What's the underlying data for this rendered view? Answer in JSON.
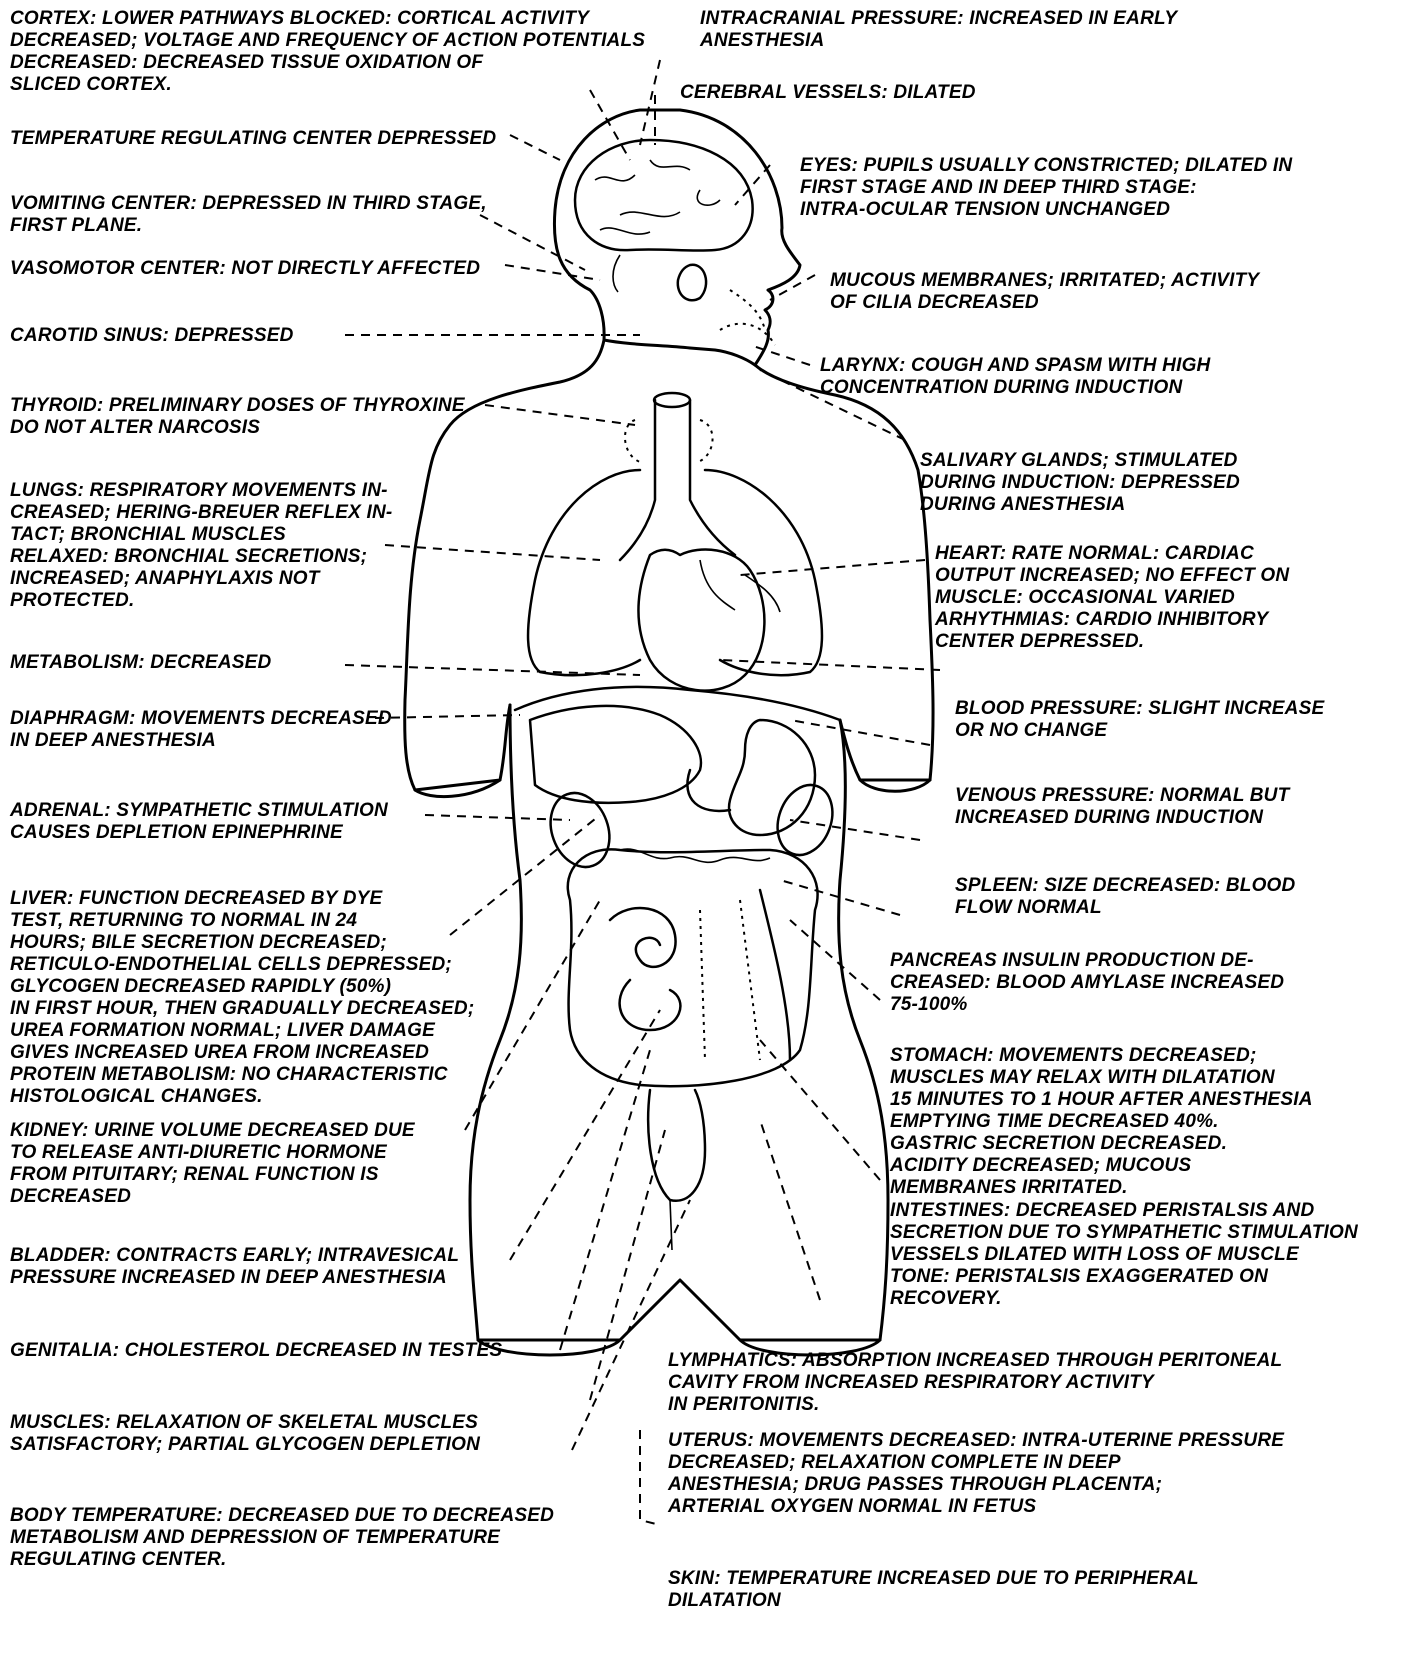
{
  "labels": {
    "cortex": "CORTEX: LOWER PATHWAYS BLOCKED: CORTICAL ACTIVITY\nDECREASED; VOLTAGE AND FREQUENCY OF ACTION POTENTIALS\nDECREASED: DECREASED TISSUE OXIDATION OF\nSLICED CORTEX.",
    "temperature_center": "TEMPERATURE REGULATING CENTER DEPRESSED",
    "vomiting_center": "VOMITING CENTER: DEPRESSED IN THIRD STAGE,\nFIRST PLANE.",
    "vasomotor_center": "VASOMOTOR CENTER: NOT DIRECTLY AFFECTED",
    "carotid_sinus": "CAROTID SINUS: DEPRESSED",
    "thyroid": "THYROID: PRELIMINARY DOSES OF THYROXINE\nDO NOT ALTER NARCOSIS",
    "lungs": "LUNGS: RESPIRATORY MOVEMENTS IN-\nCREASED; HERING-BREUER REFLEX IN-\nTACT; BRONCHIAL MUSCLES\nRELAXED: BRONCHIAL SECRETIONS;\nINCREASED; ANAPHYLAXIS NOT\nPROTECTED.",
    "metabolism": "METABOLISM: DECREASED",
    "diaphragm": "DIAPHRAGM: MOVEMENTS DECREASED\nIN DEEP ANESTHESIA",
    "adrenal": "ADRENAL: SYMPATHETIC STIMULATION\nCAUSES DEPLETION EPINEPHRINE",
    "liver": "LIVER: FUNCTION DECREASED BY DYE\nTEST, RETURNING TO NORMAL IN 24\nHOURS; BILE SECRETION DECREASED;\nRETICULO-ENDOTHELIAL CELLS DEPRESSED;\nGLYCOGEN DECREASED RAPIDLY (50%)\nIN FIRST HOUR, THEN GRADUALLY DECREASED;\nUREA FORMATION NORMAL; LIVER DAMAGE\nGIVES INCREASED UREA FROM INCREASED\nPROTEIN METABOLISM: NO CHARACTERISTIC\nHISTOLOGICAL CHANGES.",
    "kidney": "KIDNEY: URINE VOLUME DECREASED DUE\nTO RELEASE ANTI-DIURETIC HORMONE\nFROM PITUITARY; RENAL FUNCTION IS\nDECREASED",
    "bladder": "BLADDER: CONTRACTS EARLY; INTRAVESICAL\nPRESSURE INCREASED IN DEEP ANESTHESIA",
    "genitalia": "GENITALIA: CHOLESTEROL DECREASED IN TESTES",
    "muscles": "MUSCLES: RELAXATION OF SKELETAL MUSCLES\nSATISFACTORY; PARTIAL GLYCOGEN DEPLETION",
    "body_temperature": "BODY TEMPERATURE: DECREASED DUE TO DECREASED\nMETABOLISM AND DEPRESSION OF TEMPERATURE\nREGULATING CENTER.",
    "intracranial_pressure": "INTRACRANIAL PRESSURE:   INCREASED IN EARLY\n                                           ANESTHESIA",
    "cerebral_vessels": "CEREBRAL VESSELS: DILATED",
    "eyes": "EYES: PUPILS USUALLY CONSTRICTED; DILATED IN\nFIRST STAGE AND IN DEEP THIRD STAGE:\nINTRA-OCULAR TENSION UNCHANGED",
    "mucous_membranes": "MUCOUS MEMBRANES; IRRITATED; ACTIVITY\nOF CILIA DECREASED",
    "larynx": "LARYNX: COUGH AND SPASM WITH HIGH\nCONCENTRATION DURING INDUCTION",
    "salivary_glands": "SALIVARY GLANDS; STIMULATED\nDURING INDUCTION: DEPRESSED\nDURING ANESTHESIA",
    "heart": "HEART: RATE NORMAL: CARDIAC\nOUTPUT INCREASED; NO EFFECT ON\nMUSCLE: OCCASIONAL VARIED\nARHYTHMIAS: CARDIO INHIBITORY\nCENTER DEPRESSED.",
    "blood_pressure": "BLOOD PRESSURE: SLIGHT INCREASE\nOR NO CHANGE",
    "venous_pressure": "VENOUS PRESSURE: NORMAL BUT\nINCREASED DURING INDUCTION",
    "spleen": "SPLEEN: SIZE DECREASED: BLOOD\nFLOW NORMAL",
    "pancreas": "PANCREAS INSULIN PRODUCTION DE-\nCREASED: BLOOD AMYLASE INCREASED\n75-100%",
    "stomach": "STOMACH: MOVEMENTS DECREASED;\nMUSCLES MAY RELAX WITH DILATATION\n15 MINUTES TO 1 HOUR AFTER ANESTHESIA\nEMPTYING TIME DECREASED 40%.\nGASTRIC SECRETION DECREASED.\nACIDITY DECREASED; MUCOUS\nMEMBRANES IRRITATED.",
    "intestines": "INTESTINES: DECREASED PERISTALSIS AND\nSECRETION DUE TO SYMPATHETIC STIMULATION\nVESSELS DILATED WITH LOSS OF MUSCLE\nTONE: PERISTALSIS EXAGGERATED ON\nRECOVERY.",
    "lymphatics": "LYMPHATICS: ABSORPTION INCREASED THROUGH PERITONEAL\nCAVITY FROM INCREASED RESPIRATORY ACTIVITY\nIN PERITONITIS.",
    "uterus": "UTERUS: MOVEMENTS DECREASED: INTRA-UTERINE PRESSURE\nDECREASED; RELAXATION COMPLETE IN DEEP\nANESTHESIA; DRUG PASSES THROUGH PLACENTA;\nARTERIAL OXYGEN NORMAL IN FETUS",
    "skin": "SKIN: TEMPERATURE INCREASED DUE TO PERIPHERAL\n         DILATATION"
  }
}
